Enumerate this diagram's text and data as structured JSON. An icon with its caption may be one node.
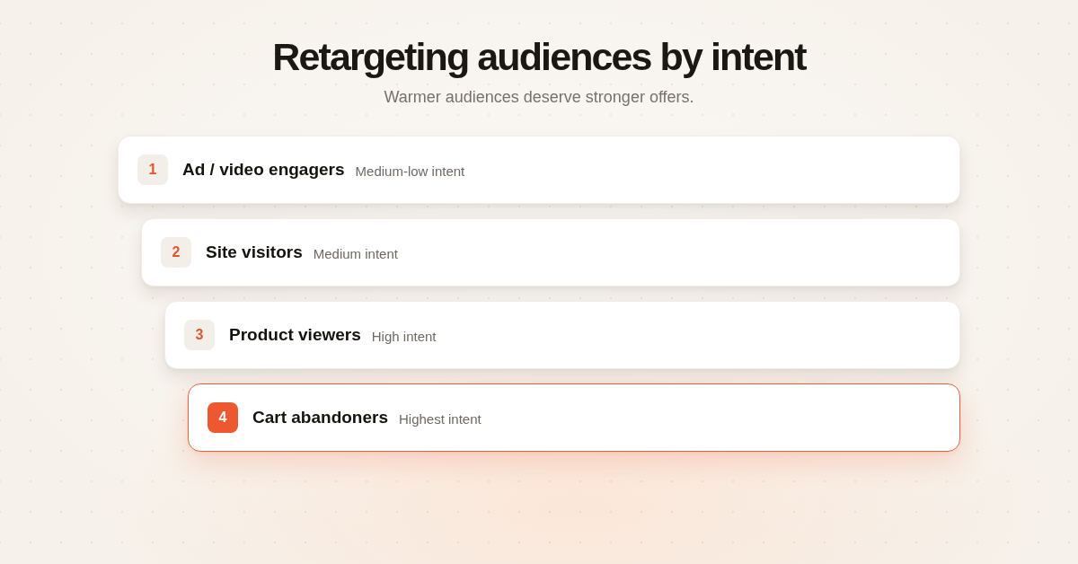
{
  "diagram": {
    "title": "Retargeting audiences by intent",
    "nodes": [
      {
        "text": [
          "Ad / video engagers",
          "Medium-low intent"
        ]
      },
      {
        "text": [
          "1"
        ],
        "in": 0
      },
      {
        "text": [
          "Site visitors",
          "Medium intent"
        ]
      },
      {
        "text": [
          "2"
        ],
        "in": 2
      },
      {
        "text": [
          "Product viewers",
          "High intent"
        ]
      },
      {
        "text": [
          "3"
        ],
        "in": 4
      },
      {
        "text": [
          "Cart abandoners",
          "Highest intent"
        ]
      },
      {
        "text": [
          "4"
        ],
        "in": 6
      }
    ],
    "labels": [
      "Warmer audiences deserve stronger offers."
    ]
  }
}
